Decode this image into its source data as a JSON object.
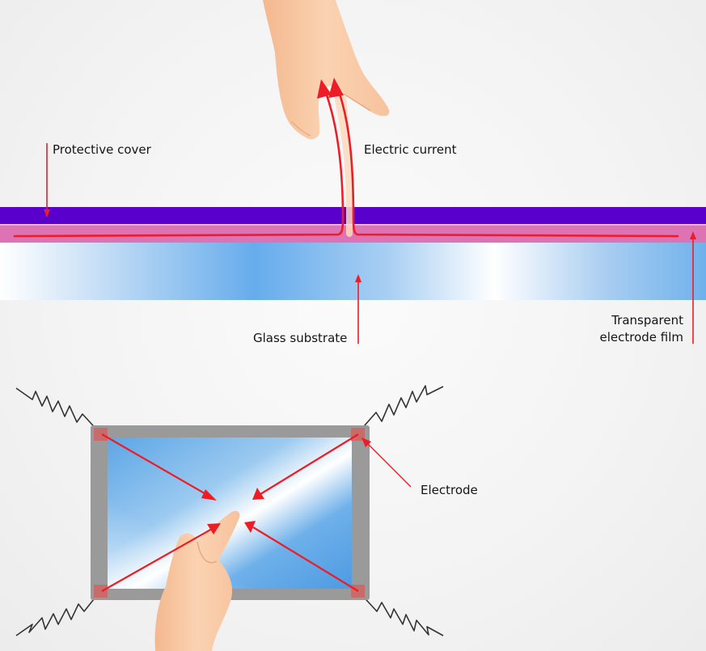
{
  "labels": {
    "protective_cover": "Protective cover",
    "electric_current": "Electric current",
    "glass_substrate": "Glass substrate",
    "transparent_film_line1": "Transparent",
    "transparent_film_line2": "electrode film",
    "electrode": "Electrode"
  },
  "colors": {
    "protective_cover": "#5a00cc",
    "electrode_film": "#d96fb0",
    "glass": "#66acec",
    "arrow": "#ee1c24",
    "frame": "#9a9a9a",
    "electrode_pad": "#c76b6b",
    "skin": "#f9c9a3"
  }
}
